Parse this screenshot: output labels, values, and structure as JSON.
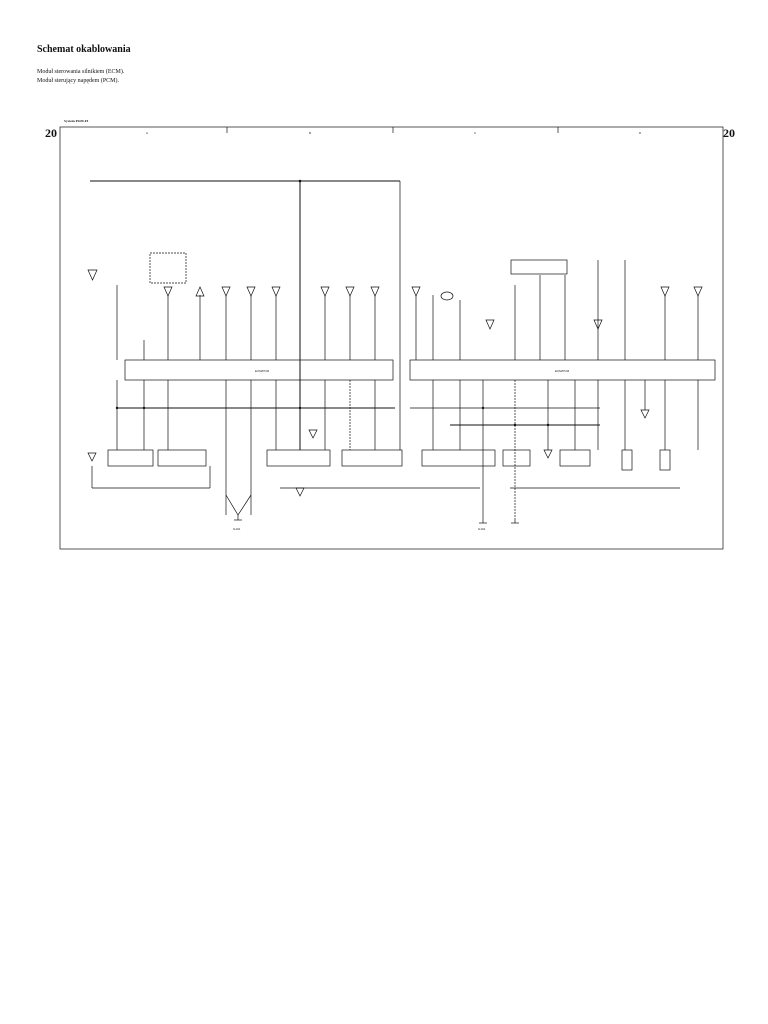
{
  "header": {
    "title": "Schemat okablowania",
    "line1": "Moduł sterowania silnikiem (ECM).",
    "line2": "Moduł sterujący napędem (PCM)."
  },
  "page_number": "20",
  "diagram": {
    "system_label": "System PGM-FI",
    "columns": [
      "A",
      "B",
      "C",
      "D"
    ],
    "connector_left": "ECM/PCM",
    "connector_right": "ECM/PCM",
    "ground_left": "G101",
    "ground_right": "G101"
  }
}
